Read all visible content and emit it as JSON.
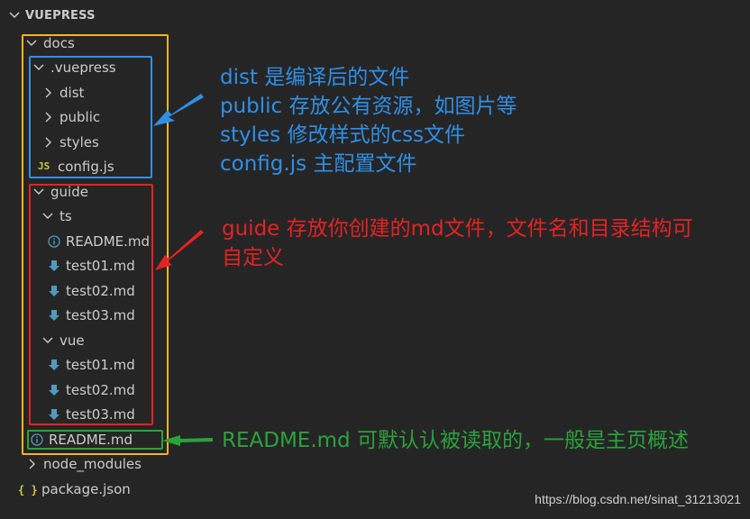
{
  "explorer": {
    "root_title": "VUEPRESS",
    "tree": [
      {
        "label": "docs",
        "type": "folder",
        "expanded": true
      },
      {
        "label": ".vuepress",
        "type": "folder",
        "expanded": true
      },
      {
        "label": "dist",
        "type": "folder",
        "expanded": false
      },
      {
        "label": "public",
        "type": "folder",
        "expanded": false
      },
      {
        "label": "styles",
        "type": "folder",
        "expanded": false
      },
      {
        "label": "config.js",
        "type": "js",
        "icon_text": "JS"
      },
      {
        "label": "guide",
        "type": "folder",
        "expanded": true
      },
      {
        "label": "ts",
        "type": "folder",
        "expanded": true
      },
      {
        "label": "README.md",
        "type": "info"
      },
      {
        "label": "test01.md",
        "type": "md"
      },
      {
        "label": "test02.md",
        "type": "md"
      },
      {
        "label": "test03.md",
        "type": "md"
      },
      {
        "label": "vue",
        "type": "folder",
        "expanded": true
      },
      {
        "label": "test01.md",
        "type": "md"
      },
      {
        "label": "test02.md",
        "type": "md"
      },
      {
        "label": "test03.md",
        "type": "md"
      },
      {
        "label": "README.md",
        "type": "info"
      },
      {
        "label": "node_modules",
        "type": "folder",
        "expanded": false
      },
      {
        "label": "package.json",
        "type": "json",
        "icon_text": "{ }"
      }
    ]
  },
  "annotations": {
    "blue": [
      "dist 是编译后的文件",
      "public 存放公有资源，如图片等",
      "styles 修改样式的css文件",
      "config.js 主配置文件"
    ],
    "red": [
      "guide 存放你创建的md文件，文件名和目录结构可",
      "自定义"
    ],
    "green": [
      "README.md 可默认认被读取的，一般是主页概述"
    ]
  },
  "watermark": "https://blog.csdn.net/sinat_31213021",
  "colors": {
    "background": "#252526",
    "text": "#cccccc",
    "box_yellow": "#f5b323",
    "box_blue": "#2f8fe6",
    "box_red": "#e52222",
    "box_green": "#2aa33a",
    "md_icon": "#519aba",
    "js_icon": "#cbcb41"
  }
}
